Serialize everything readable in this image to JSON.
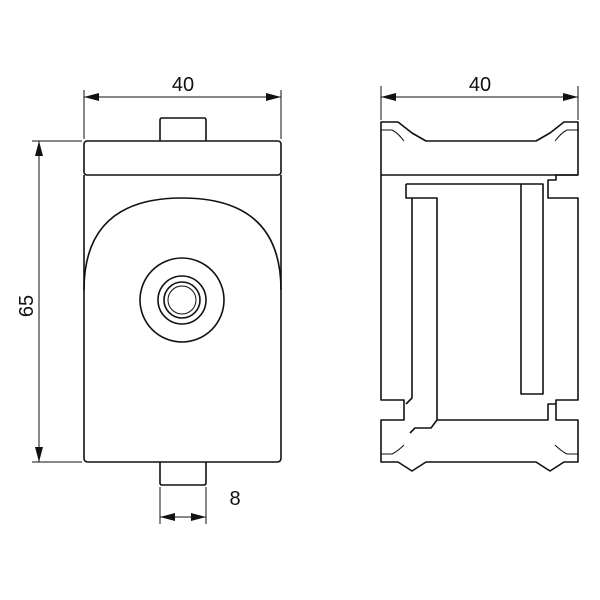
{
  "dimensions": {
    "front_width": "40",
    "front_height": "65",
    "pin_width": "8",
    "side_width": "40"
  }
}
